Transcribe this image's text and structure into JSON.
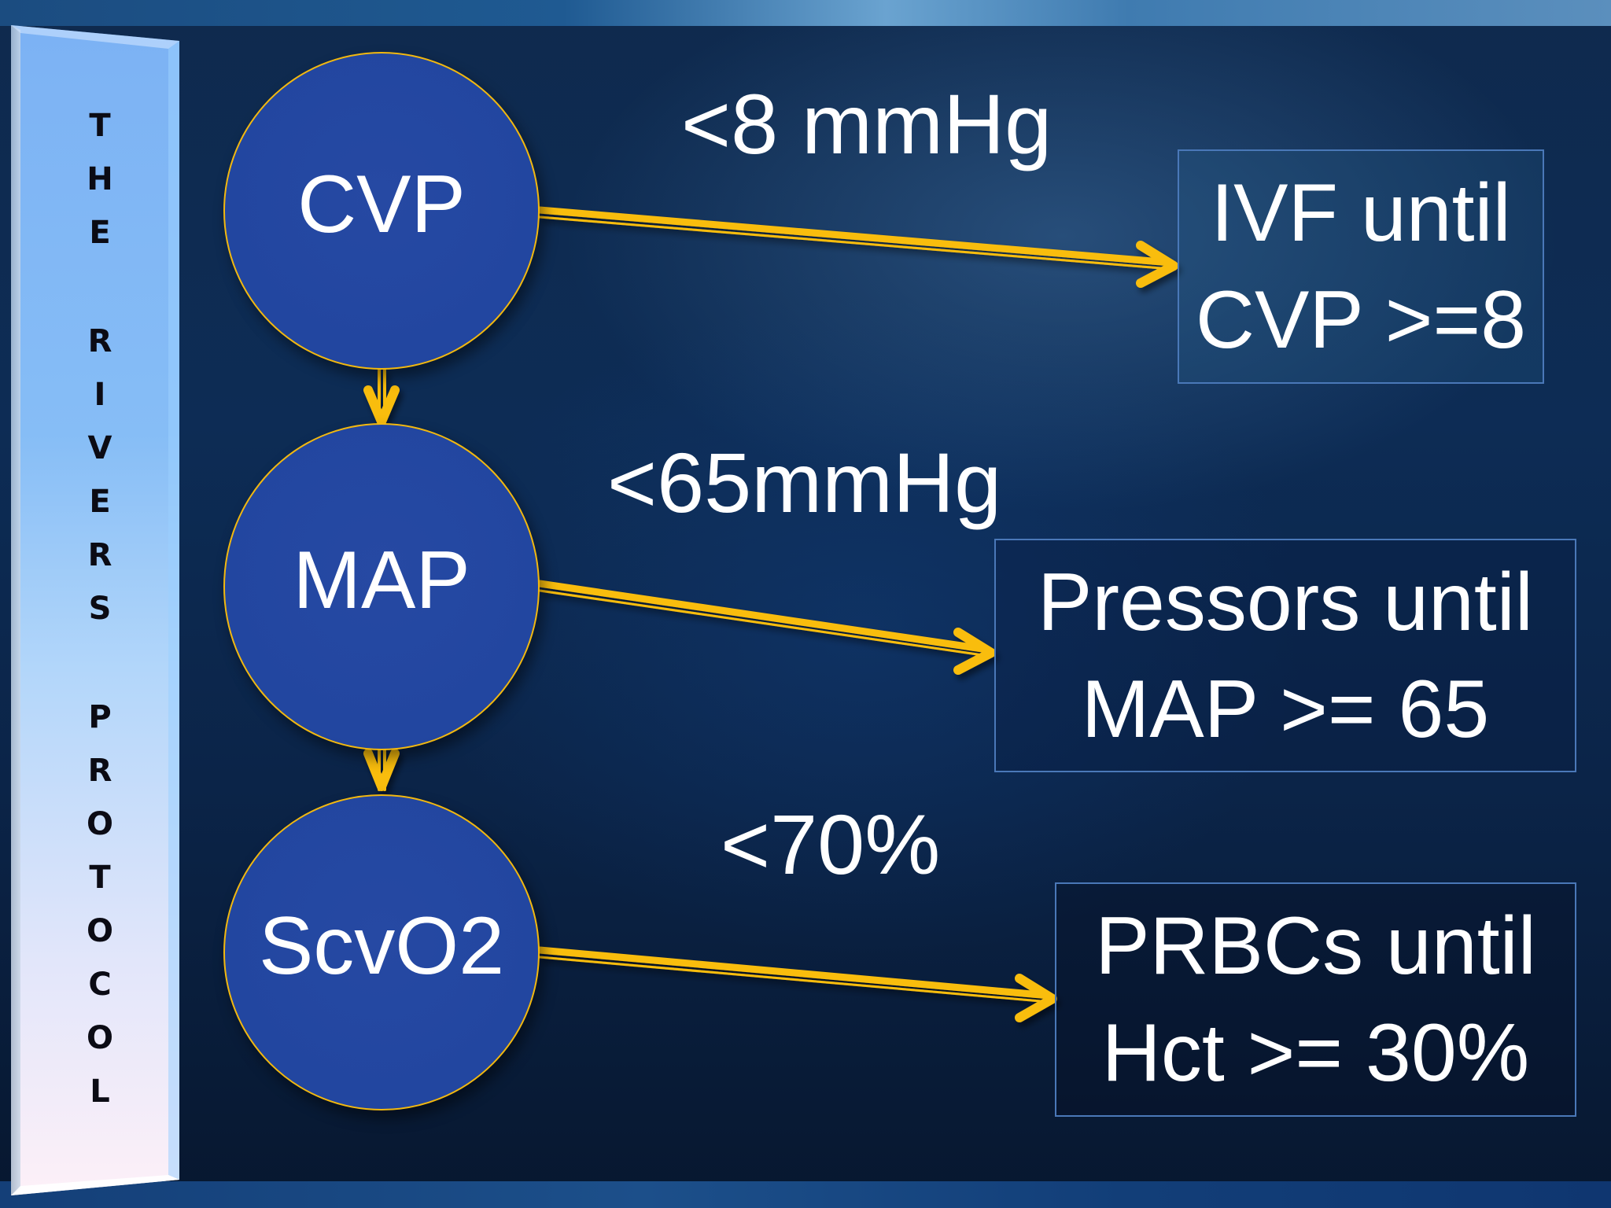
{
  "slide": {
    "side_title": "THE RIVERS PROTOCOL",
    "side_title_letters": [
      "T",
      "H",
      "E",
      "",
      "R",
      "I",
      "V",
      "E",
      "R",
      "S",
      "",
      "P",
      "R",
      "O",
      "T",
      "O",
      "C",
      "O",
      "L"
    ],
    "colors": {
      "node_fill": "#2246a0",
      "node_stroke": "#f2b80f",
      "arrow": "#f9bd10",
      "box_border": "#4a78b8",
      "text": "#ffffff",
      "background": "#0c2445",
      "panel_top": "#7fb5f5",
      "panel_bottom": "#fbeef8"
    }
  },
  "nodes": [
    {
      "id": "cvp",
      "label": "CVP"
    },
    {
      "id": "map",
      "label": "MAP"
    },
    {
      "id": "scvo2",
      "label": "ScvO2"
    }
  ],
  "thresholds": [
    {
      "node": "cvp",
      "label": "<8 mmHg"
    },
    {
      "node": "map",
      "label": "<65mmHg"
    },
    {
      "node": "scvo2",
      "label": "<70%"
    }
  ],
  "actions": [
    {
      "node": "cvp",
      "lines": [
        "IVF until",
        "CVP >=8"
      ]
    },
    {
      "node": "map",
      "lines": [
        "Pressors until",
        "MAP >= 65"
      ]
    },
    {
      "node": "scvo2",
      "lines": [
        "PRBCs until",
        "Hct >= 30%"
      ]
    }
  ],
  "edges": [
    {
      "from": "cvp",
      "to": "map",
      "type": "sequence"
    },
    {
      "from": "map",
      "to": "scvo2",
      "type": "sequence"
    },
    {
      "from": "cvp",
      "to": "action-ivf",
      "type": "if-below-threshold"
    },
    {
      "from": "map",
      "to": "action-pressors",
      "type": "if-below-threshold"
    },
    {
      "from": "scvo2",
      "to": "action-prbcs",
      "type": "if-below-threshold"
    }
  ]
}
